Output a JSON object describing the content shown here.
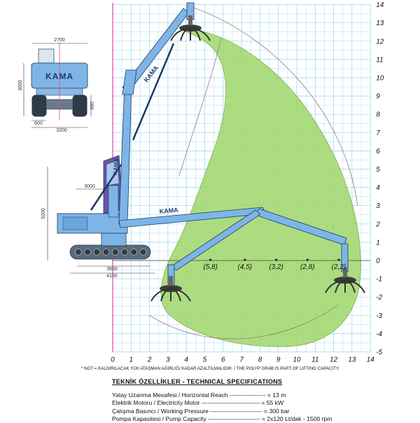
{
  "diagram": {
    "grid": {
      "x_ticks": [
        0,
        1,
        2,
        3,
        4,
        5,
        6,
        7,
        8,
        9,
        10,
        11,
        12,
        13,
        14
      ],
      "y_ticks": [
        14,
        13,
        12,
        11,
        10,
        9,
        8,
        7,
        6,
        5,
        4,
        3,
        2,
        1,
        0,
        -1,
        -2,
        -3,
        -4,
        -5
      ],
      "y_tick_labels": [
        "14",
        "13",
        "12",
        "11",
        "10",
        "9",
        "8",
        "7",
        "6",
        "5",
        "4",
        "3",
        "2",
        "1",
        "0",
        "-1",
        "-2",
        "-3",
        "-4",
        "-5"
      ],
      "x_tick_labels": [
        "0",
        "1",
        "2",
        "3",
        "4",
        "5",
        "6",
        "7",
        "8",
        "9",
        "10",
        "11",
        "12",
        "13",
        "14"
      ]
    },
    "capacity_labels": [
      {
        "x": 3.3,
        "text": "(5,8)"
      },
      {
        "x": 4.4,
        "text": "(4,5)"
      },
      {
        "x": 5.4,
        "text": "(3,2)"
      },
      {
        "x": 6.4,
        "text": "(2,8)"
      },
      {
        "x": 7.4,
        "text": "(2,2)"
      }
    ],
    "brand": "KAMA",
    "colors": {
      "grid_line": "#8fd7ee",
      "working_envelope": "#9fd66a",
      "machine_body": "#7fb5e6",
      "machine_outline": "#1a3a66",
      "axis": "#e040b0",
      "dimension_line": "#333333"
    },
    "dimensions": {
      "front_view": [
        "2700",
        "3650",
        "950",
        "600",
        "3200"
      ],
      "side_view": [
        "3000",
        "5200",
        "3850",
        "4150"
      ]
    }
  },
  "note": "* NOT = KALDIRILACAK YÜK ATAŞMAN AĞIRLIĞI KADAR AZALTILMALIDIR. / THE POLYP GRAB IS PART OF LIFTING CAPACITY.",
  "specs": {
    "title": "TEKNİK ÖZELLİKLER - TECHNICAL SPECIFICATIONS",
    "rows": [
      "Yatay Uzanma Mesafesi / Horizontal Reach ------------------ = 13 m",
      "Elektrik Motoru / Electricity Motor ----------------------------- = 55 kW",
      "Çalışma Basıncı / Working Pressure -------------------------- = 300 bar",
      "Pompa Kapasitesi / Pump Capacity -------------------------- = 2x120 Lt/dak - 1500 rpm"
    ]
  }
}
